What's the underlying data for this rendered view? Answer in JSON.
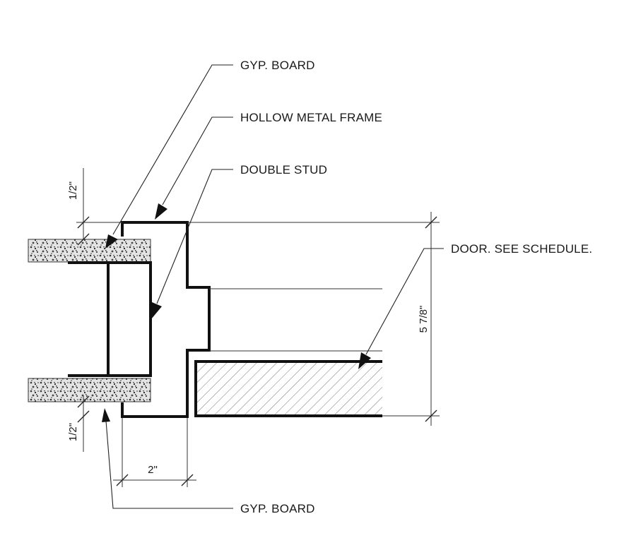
{
  "labels": {
    "gyp_board_top": "GYP. BOARD",
    "hollow_metal_frame": "HOLLOW METAL FRAME",
    "double_stud": "DOUBLE STUD",
    "door": "DOOR. SEE SCHEDULE.",
    "gyp_board_bottom": "GYP. BOARD"
  },
  "dimensions": {
    "top_offset": "1/2\"",
    "bottom_offset": "1/2\"",
    "frame_width": "2\"",
    "door_thickness": "5 7/8\""
  }
}
